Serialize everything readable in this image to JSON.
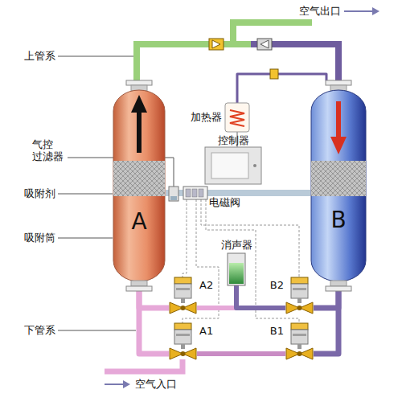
{
  "diagram": {
    "nodes": [
      {
        "text": [
          "A"
        ]
      },
      {
        "text": [
          "B"
        ]
      },
      {
        "text": [
          "加热器"
        ]
      },
      {
        "text": [
          "控制器"
        ]
      },
      {
        "text": [
          "消声器"
        ]
      },
      {
        "text": [
          "A2"
        ]
      },
      {
        "text": [
          "B2"
        ]
      },
      {
        "text": [
          "A1"
        ]
      },
      {
        "text": [
          "B1"
        ]
      },
      {
        "text": [
          "电磁阀"
        ]
      }
    ],
    "edges": [
      {
        "from": 0,
        "to": 5,
        "arrow": "none"
      },
      {
        "from": 0,
        "to": 7,
        "arrow": "none"
      },
      {
        "from": 1,
        "to": 6,
        "arrow": "none"
      },
      {
        "from": 1,
        "to": 8,
        "arrow": "none"
      },
      {
        "from": 5,
        "to": 4,
        "arrow": "none"
      },
      {
        "from": 6,
        "to": 4,
        "arrow": "none"
      },
      {
        "from": 7,
        "to": 8,
        "arrow": "none"
      },
      {
        "from": 2,
        "to": 1,
        "arrow": "none"
      },
      {
        "from": 0,
        "to": 9,
        "arrow": "none"
      },
      {
        "from": 9,
        "to": 1,
        "arrow": "none"
      }
    ],
    "labels": [
      "空气出口",
      "上管系",
      "气控 过滤器",
      "吸附剂",
      "吸附筒",
      "下管系",
      "空气入口"
    ]
  }
}
